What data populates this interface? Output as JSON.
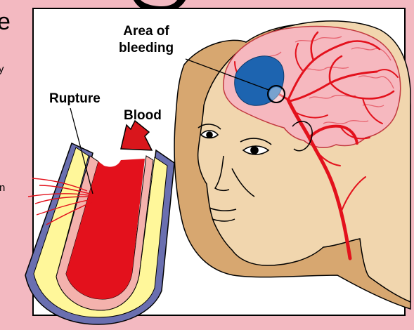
{
  "labels": {
    "area_of_bleeding_line1": "Area of",
    "area_of_bleeding_line2": "bleeding",
    "rupture": "Rupture",
    "blood": "Blood"
  },
  "edge_fragments": {
    "top_left": "e",
    "left_mid": "y",
    "left_low": "n"
  },
  "colors": {
    "background": "#f3b9c1",
    "panel": "#ffffff",
    "skin": "#f1d6ae",
    "hair_shadow": "#d7a770",
    "brain": "#f6b8bf",
    "vessel": "#e3111c",
    "bleed": "#1d64b0",
    "vessel_wall_outer": "#6a6fb0",
    "vessel_wall_inner": "#fff79a",
    "vessel_lining": "#f4b2ad",
    "arrow": "#d9161c"
  }
}
